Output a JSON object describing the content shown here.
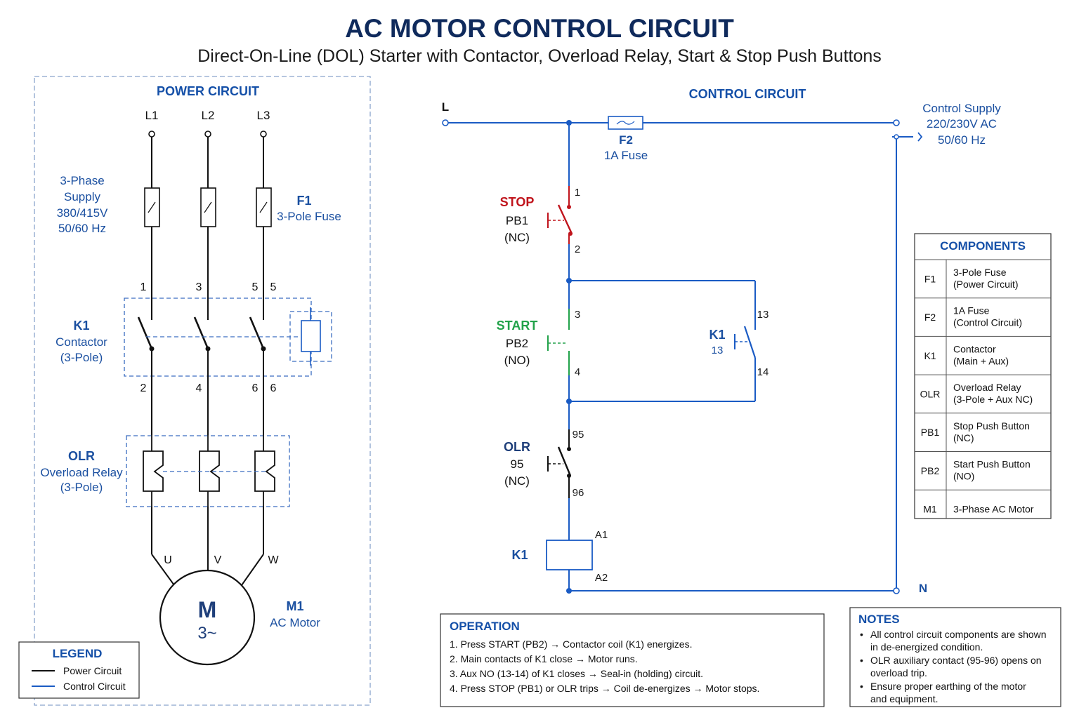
{
  "header": {
    "title": "AC MOTOR CONTROL CIRCUIT",
    "subtitle": "Direct-On-Line (DOL) Starter with Contactor, Overload Relay, Start & Stop Push Buttons"
  },
  "power": {
    "heading": "POWER CIRCUIT",
    "phases": [
      "L1",
      "L2",
      "L3"
    ],
    "supply": [
      "3-Phase",
      "Supply",
      "380/415V",
      "50/60 Hz"
    ],
    "fuse_tag": "F1",
    "fuse_desc": "3-Pole Fuse",
    "contactor_top_terms": [
      "1",
      "3",
      "5",
      "5"
    ],
    "contactor_bottom_terms": [
      "2",
      "4",
      "6",
      "6"
    ],
    "contactor_tag": "K1",
    "contactor_name": "Contactor",
    "contactor_poles": "(3-Pole)",
    "olr_tag": "OLR",
    "olr_name": "Overload Relay",
    "olr_poles": "(3-Pole)",
    "motor_terms": [
      "U",
      "V",
      "W"
    ],
    "motor_symbol": "M",
    "motor_phase": "3~",
    "motor_tag": "M1",
    "motor_desc": "AC Motor"
  },
  "legend": {
    "title": "LEGEND",
    "items": [
      "Power Circuit",
      "Control Circuit"
    ],
    "colors": [
      "#111111",
      "#1a5bc4"
    ]
  },
  "control": {
    "heading": "CONTROL CIRCUIT",
    "line": "L",
    "neutral": "N",
    "fuse_tag": "F2",
    "fuse_desc": "1A Fuse",
    "supply": [
      "Control Supply",
      "220/230V AC",
      "50/60 Hz"
    ],
    "stop_label": "STOP",
    "stop_tag": "PB1",
    "stop_type": "(NC)",
    "stop_terms": [
      "1",
      "2"
    ],
    "start_label": "START",
    "start_tag": "PB2",
    "start_type": "(NO)",
    "start_terms": [
      "3",
      "4"
    ],
    "aux_tag": "K1",
    "aux_sub": "13",
    "aux_terms": [
      "13",
      "14"
    ],
    "olr_tag": "OLR",
    "olr_num": "95",
    "olr_type": "(NC)",
    "olr_terms": [
      "95",
      "96"
    ],
    "coil_tag": "K1",
    "coil_terms": [
      "A1",
      "A2"
    ],
    "colors": {
      "stop": "#c0141c",
      "start": "#22a24a",
      "wire": "#1a5bc4"
    }
  },
  "components": {
    "title": "COMPONENTS",
    "rows": [
      {
        "tag": "F1",
        "desc1": "3-Pole Fuse",
        "desc2": "(Power Circuit)"
      },
      {
        "tag": "F2",
        "desc1": "1A Fuse",
        "desc2": "(Control Circuit)"
      },
      {
        "tag": "K1",
        "desc1": "Contactor",
        "desc2": "(Main + Aux)"
      },
      {
        "tag": "OLR",
        "desc1": "Overload Relay",
        "desc2": "(3-Pole + Aux NC)"
      },
      {
        "tag": "PB1",
        "desc1": "Stop Push Button",
        "desc2": "(NC)"
      },
      {
        "tag": "PB2",
        "desc1": "Start Push Button",
        "desc2": "(NO)"
      },
      {
        "tag": "M1",
        "desc1": "3-Phase AC Motor",
        "desc2": ""
      }
    ]
  },
  "operation": {
    "title": "OPERATION",
    "steps": [
      "1. Press START (PB2) → Contactor coil (K1) energizes.",
      "2. Main contacts of K1 close → Motor runs.",
      "3. Aux NO (13-14) of K1 closes → Seal-in (holding) circuit.",
      "4. Press STOP (PB1) or OLR trips → Coil de-energizes → Motor stops."
    ]
  },
  "notes": {
    "title": "NOTES",
    "items": [
      [
        "All control circuit components are shown",
        "in de-energized condition."
      ],
      [
        "OLR auxiliary contact (95-96) opens on",
        "overload trip."
      ],
      [
        "Ensure proper earthing of the motor",
        "and equipment."
      ]
    ]
  }
}
